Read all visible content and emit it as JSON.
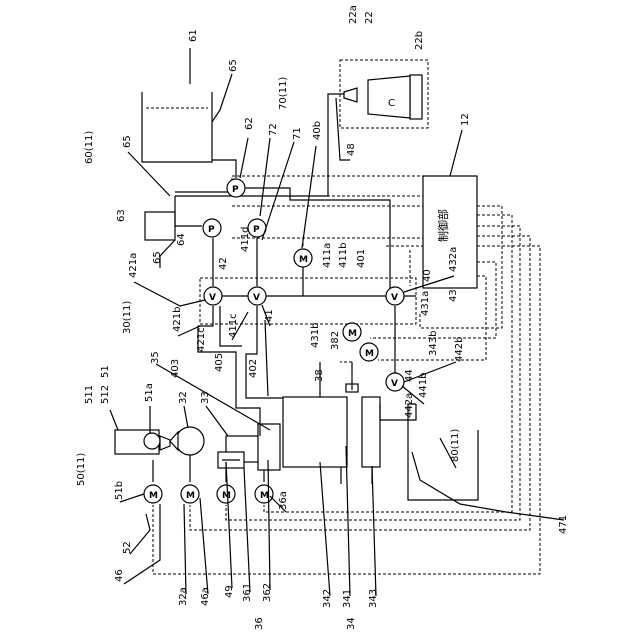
{
  "controller": {
    "text": "制御部",
    "ref": "12"
  },
  "motor_symbol": "M",
  "valve_symbol": "V",
  "pump_symbol": "P",
  "cup_label": "C",
  "labels": {
    "l_22a": "22a",
    "l_22": "22",
    "l_22b": "22b",
    "l_61": "61",
    "l_65a": "65",
    "l_62": "62",
    "l_72": "72",
    "l_71": "71",
    "l_70": "70(11)",
    "l_40b": "40b",
    "l_60": "60(11)",
    "l_65b": "65",
    "l_48": "48",
    "l_12": "12",
    "l_63": "63",
    "l_64": "64",
    "l_65c": "65",
    "l_411d": "411d",
    "l_42": "42",
    "l_421a": "421a",
    "l_411a": "411a",
    "l_411b": "411b",
    "l_401": "401",
    "l_40": "40",
    "l_432a": "432a",
    "l_30": "30(11)",
    "l_421b": "421b",
    "l_421c": "421c",
    "l_411c": "411c",
    "l_41": "41",
    "l_431b": "431b",
    "l_431a": "431a",
    "l_43": "43",
    "l_382": "382",
    "l_343b": "343b",
    "l_442b": "442b",
    "l_403": "403",
    "l_405": "405",
    "l_402": "402",
    "l_35": "35",
    "l_38": "38",
    "l_44": "44",
    "l_441b": "441b",
    "l_442a": "442a",
    "l_51": "51",
    "l_511": "511",
    "l_512": "512",
    "l_51a": "51a",
    "l_32": "32",
    "l_33": "33",
    "l_80": "80(11)",
    "l_50": "50(11)",
    "l_51b": "51b",
    "l_36a": "36a",
    "l_471": "471",
    "l_52": "52",
    "l_46": "46",
    "l_32a": "32a",
    "l_46a": "46a",
    "l_49": "49",
    "l_361": "361",
    "l_362": "362",
    "l_342": "342",
    "l_341": "341",
    "l_343": "343",
    "l_36": "36",
    "l_34": "34"
  }
}
